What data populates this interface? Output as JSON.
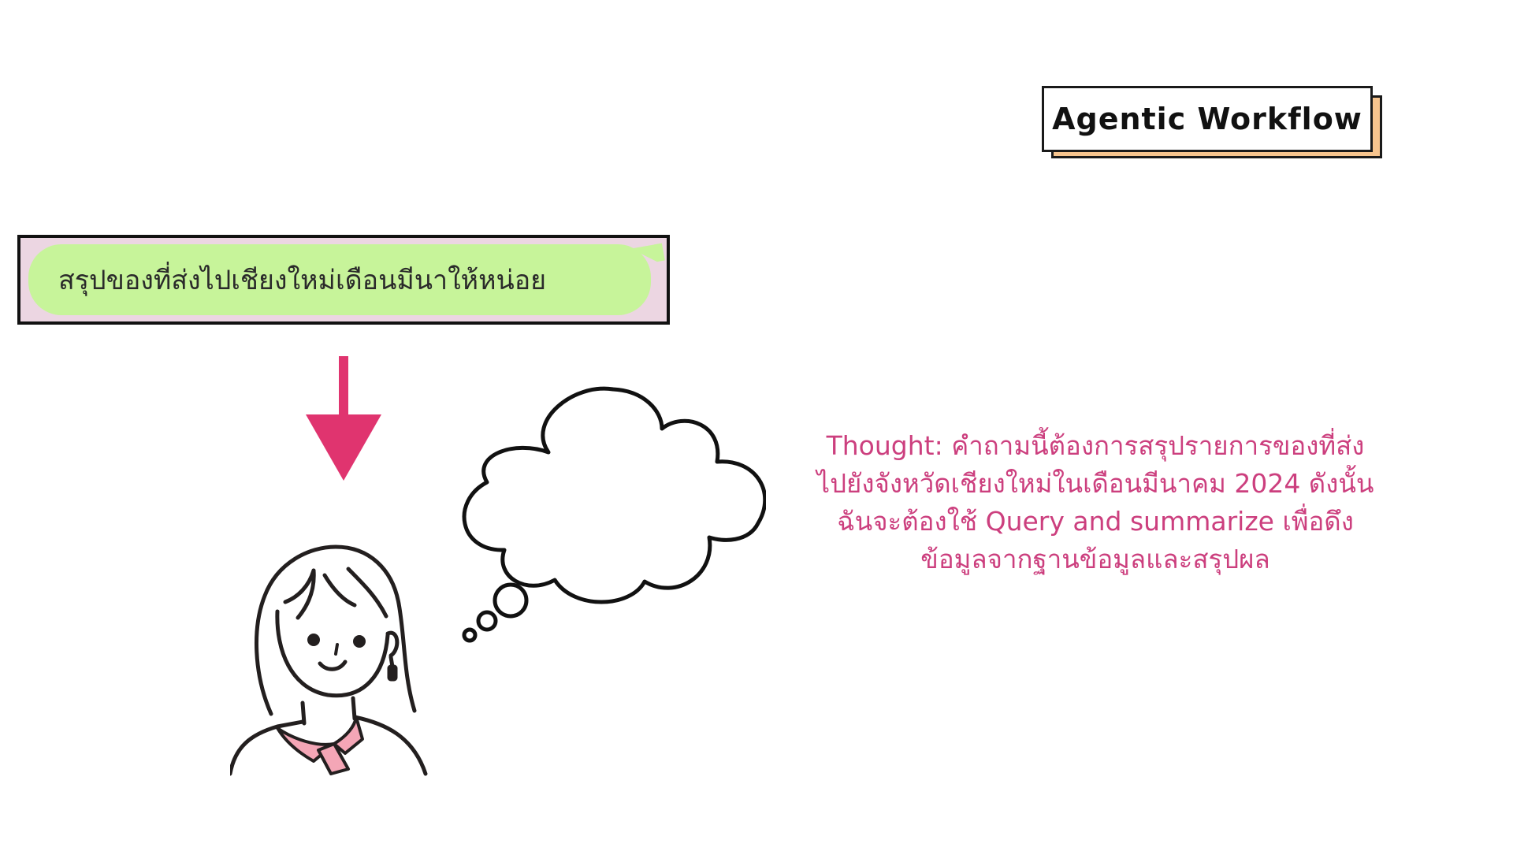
{
  "badge": {
    "label": "Agentic Workflow",
    "shadow_color": "#f6c48e"
  },
  "user_message": {
    "text": "สรุปของที่ส่งไปเชียงใหม่เดือนมีนาให้หน่อย",
    "bubble_color": "#c7f49a",
    "frame_color": "#ecd6e2"
  },
  "arrow": {
    "icon": "down-arrow-icon",
    "color": "#e0346f"
  },
  "character": {
    "icon": "girl-avatar-icon",
    "scarf_color": "#f4a6b6"
  },
  "thought_cloud": {
    "icon": "thought-cloud-icon"
  },
  "thought": {
    "lines": [
      "Thought: คำถามนี้ต้องการสรุปรายการของที่ส่ง",
      "ไปยังจังหวัดเชียงใหม่ในเดือนมีนาคม 2024 ดังนั้น",
      "ฉันจะต้องใช้ Query and summarize เพื่อดึง",
      "ข้อมูลจากฐานข้อมูลและสรุปผล"
    ],
    "color": "#cc3f7e"
  }
}
